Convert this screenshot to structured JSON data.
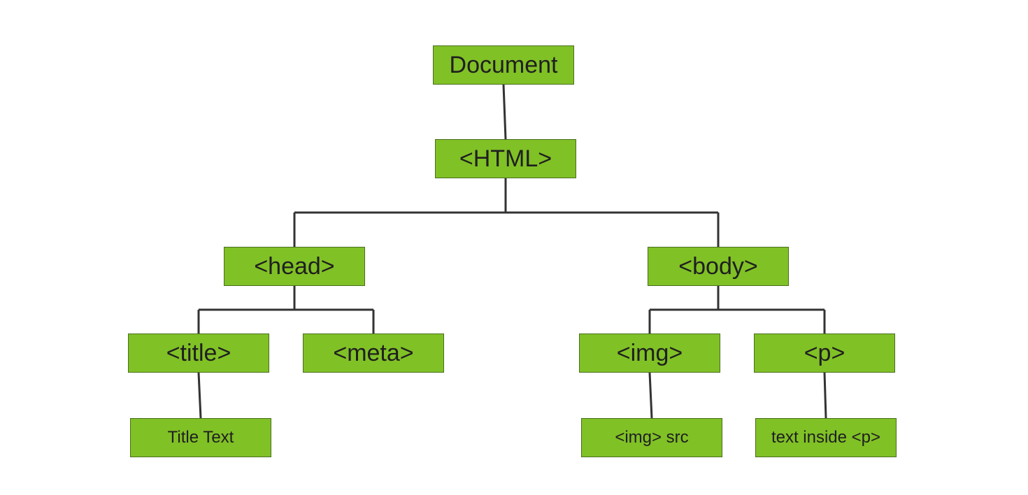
{
  "diagram": {
    "nodes": {
      "document": "Document",
      "html": "<HTML>",
      "head": "<head>",
      "body": "<body>",
      "title": "<title>",
      "meta": "<meta>",
      "img": "<img>",
      "p": "<p>",
      "title_text": "Title Text",
      "img_src": "<img> src",
      "p_text": "text inside <p>"
    },
    "edges": [
      [
        "document",
        "html"
      ],
      [
        "html",
        "head"
      ],
      [
        "html",
        "body"
      ],
      [
        "head",
        "title"
      ],
      [
        "head",
        "meta"
      ],
      [
        "body",
        "img"
      ],
      [
        "body",
        "p"
      ],
      [
        "title",
        "title_text"
      ],
      [
        "img",
        "img_src"
      ],
      [
        "p",
        "p_text"
      ]
    ],
    "colors": {
      "node_fill": "#80c126",
      "node_border": "#4a6e1e",
      "connector": "#333333",
      "text": "#1f1f1f"
    }
  }
}
